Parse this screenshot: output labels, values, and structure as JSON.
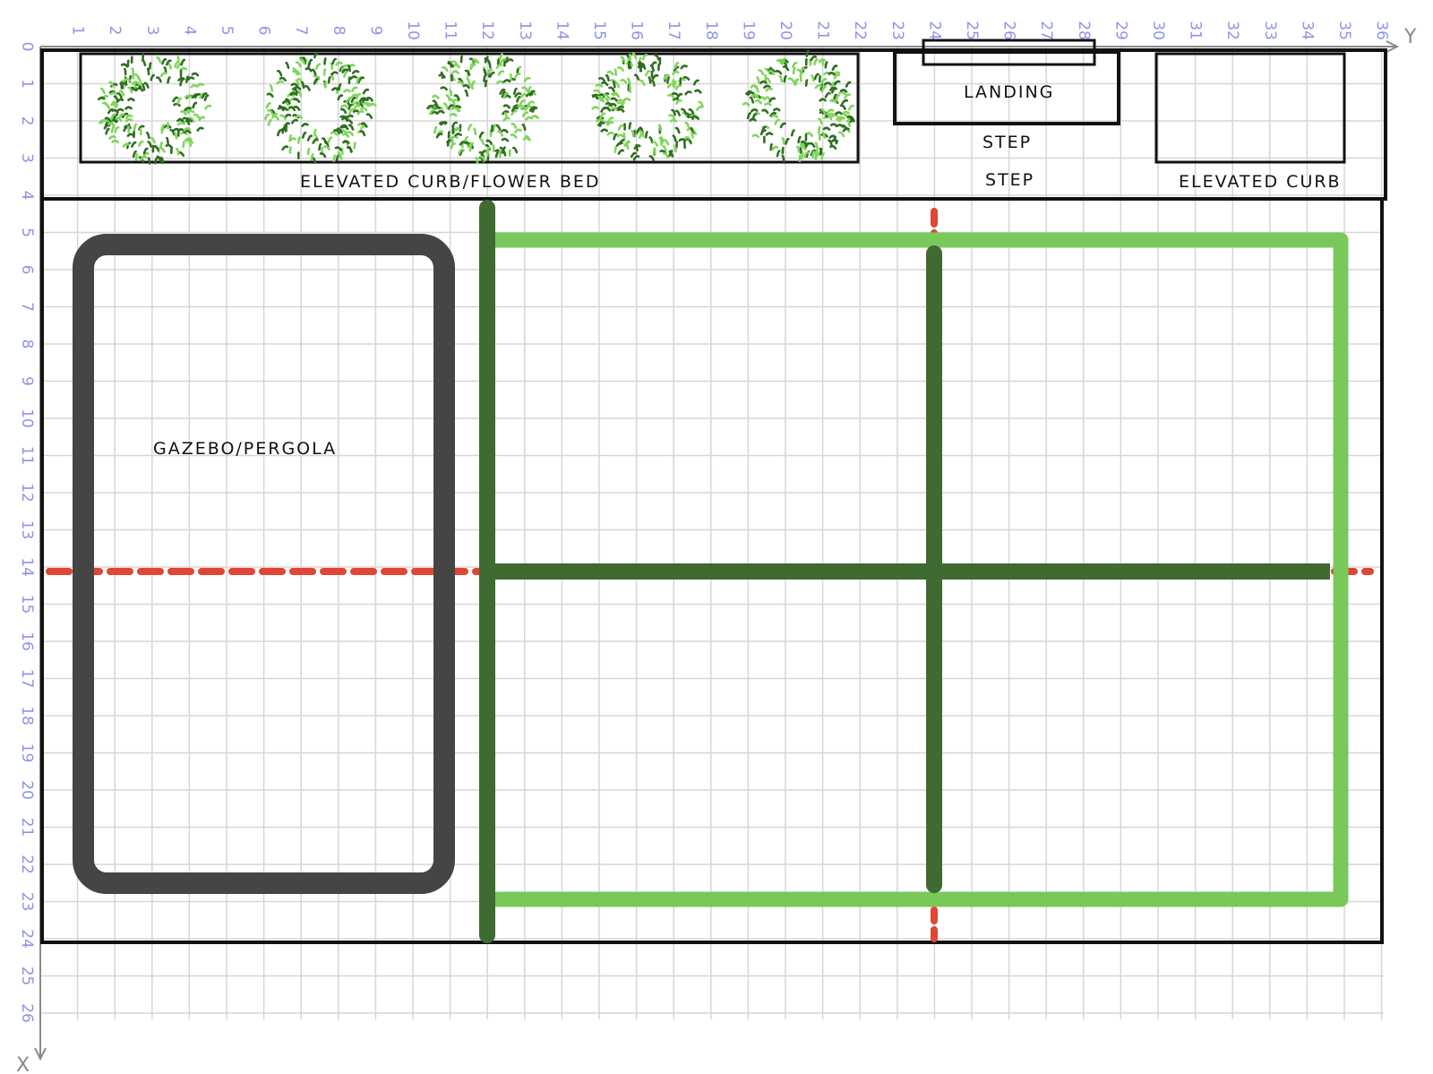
{
  "grid": {
    "x_axis": {
      "letter": "Y",
      "ticks": [
        "0",
        "1",
        "2",
        "3",
        "4",
        "5",
        "6",
        "7",
        "8",
        "9",
        "10",
        "11",
        "12",
        "13",
        "14",
        "15",
        "16",
        "17",
        "18",
        "19",
        "20",
        "21",
        "22",
        "23",
        "24",
        "25",
        "26",
        "27",
        "28",
        "29",
        "30",
        "31",
        "32",
        "33",
        "34",
        "35",
        "36"
      ]
    },
    "y_axis": {
      "letter": "X",
      "ticks": [
        "1",
        "2",
        "3",
        "4",
        "5",
        "6",
        "7",
        "8",
        "9",
        "10",
        "11",
        "12",
        "13",
        "14",
        "15",
        "16",
        "17",
        "18",
        "19",
        "20",
        "21",
        "22",
        "23",
        "24",
        "25",
        "26"
      ]
    }
  },
  "labels": {
    "flower_bed": "ELEVATED CURB/FLOWER BED",
    "landing": "LANDING",
    "step_upper": "STEP",
    "step_lower": "STEP",
    "elevated_curb": "ELEVATED CURB",
    "gazebo": "GAZEBO/PERGOLA"
  },
  "colors": {
    "grid_line": "#d6d6d6",
    "tick_label": "#8f93e6",
    "outline": "#111111",
    "gazebo": "#454545",
    "dark_green": "#3f6b30",
    "light_green": "#79c95a",
    "red_dash": "#e04535",
    "shrub_dark": "#2f6e22",
    "shrub_light": "#7fd65a"
  },
  "shrubs": {
    "count": 5,
    "icon": "shrub-icon"
  }
}
